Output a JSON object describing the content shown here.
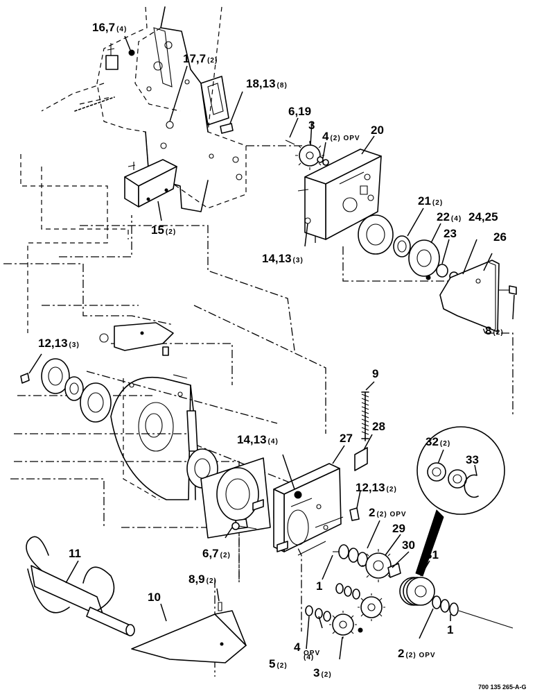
{
  "diagram": {
    "drawing_code": "700 135 265-A-G",
    "callouts": [
      {
        "id": "c1",
        "label": "16,7",
        "qty": "(4)"
      },
      {
        "id": "c2",
        "label": "17,7",
        "qty": "(2)"
      },
      {
        "id": "c3",
        "label": "18,13",
        "qty": "(8)"
      },
      {
        "id": "c4",
        "label": "6,19",
        "qty": ""
      },
      {
        "id": "c5",
        "label": "3",
        "qty": ""
      },
      {
        "id": "c6",
        "label": "4",
        "qty": "(2) OPV"
      },
      {
        "id": "c7",
        "label": "20",
        "qty": ""
      },
      {
        "id": "c8",
        "label": "15",
        "qty": "(2)"
      },
      {
        "id": "c9",
        "label": "21",
        "qty": "(2)"
      },
      {
        "id": "c10",
        "label": "22",
        "qty": "(4)"
      },
      {
        "id": "c11",
        "label": "23",
        "qty": ""
      },
      {
        "id": "c12",
        "label": "24,25",
        "qty": ""
      },
      {
        "id": "c13",
        "label": "26",
        "qty": ""
      },
      {
        "id": "c14",
        "label": "14,13",
        "qty": "(3)"
      },
      {
        "id": "c15",
        "label": "8",
        "qty": "(2)"
      },
      {
        "id": "c16",
        "label": "12,13",
        "qty": "(3)"
      },
      {
        "id": "c17",
        "label": "9",
        "qty": ""
      },
      {
        "id": "c18",
        "label": "28",
        "qty": ""
      },
      {
        "id": "c19",
        "label": "27",
        "qty": ""
      },
      {
        "id": "c20",
        "label": "14,13",
        "qty": "(4)"
      },
      {
        "id": "c21",
        "label": "32",
        "qty": "(2)"
      },
      {
        "id": "c22",
        "label": "33",
        "qty": ""
      },
      {
        "id": "c23",
        "label": "12,13",
        "qty": "(2)"
      },
      {
        "id": "c24",
        "label": "2",
        "qty": "(2) OPV"
      },
      {
        "id": "c25",
        "label": "29",
        "qty": ""
      },
      {
        "id": "c26",
        "label": "30",
        "qty": ""
      },
      {
        "id": "c27",
        "label": "31",
        "qty": ""
      },
      {
        "id": "c28",
        "label": "6,7",
        "qty": "(2)"
      },
      {
        "id": "c29",
        "label": "1",
        "qty": ""
      },
      {
        "id": "c30",
        "label": "11",
        "qty": ""
      },
      {
        "id": "c31",
        "label": "8,9",
        "qty": "(2)"
      },
      {
        "id": "c32",
        "label": "10",
        "qty": ""
      },
      {
        "id": "c33",
        "label": "OPV",
        "qty": ""
      },
      {
        "id": "c34",
        "label": "4",
        "qty": "(4)"
      },
      {
        "id": "c35",
        "label": "5",
        "qty": "(2)"
      },
      {
        "id": "c36",
        "label": "3",
        "qty": "(2)"
      },
      {
        "id": "c37",
        "label": "2",
        "qty": "(2) OPV"
      },
      {
        "id": "c38",
        "label": "1",
        "qty": ""
      }
    ]
  }
}
